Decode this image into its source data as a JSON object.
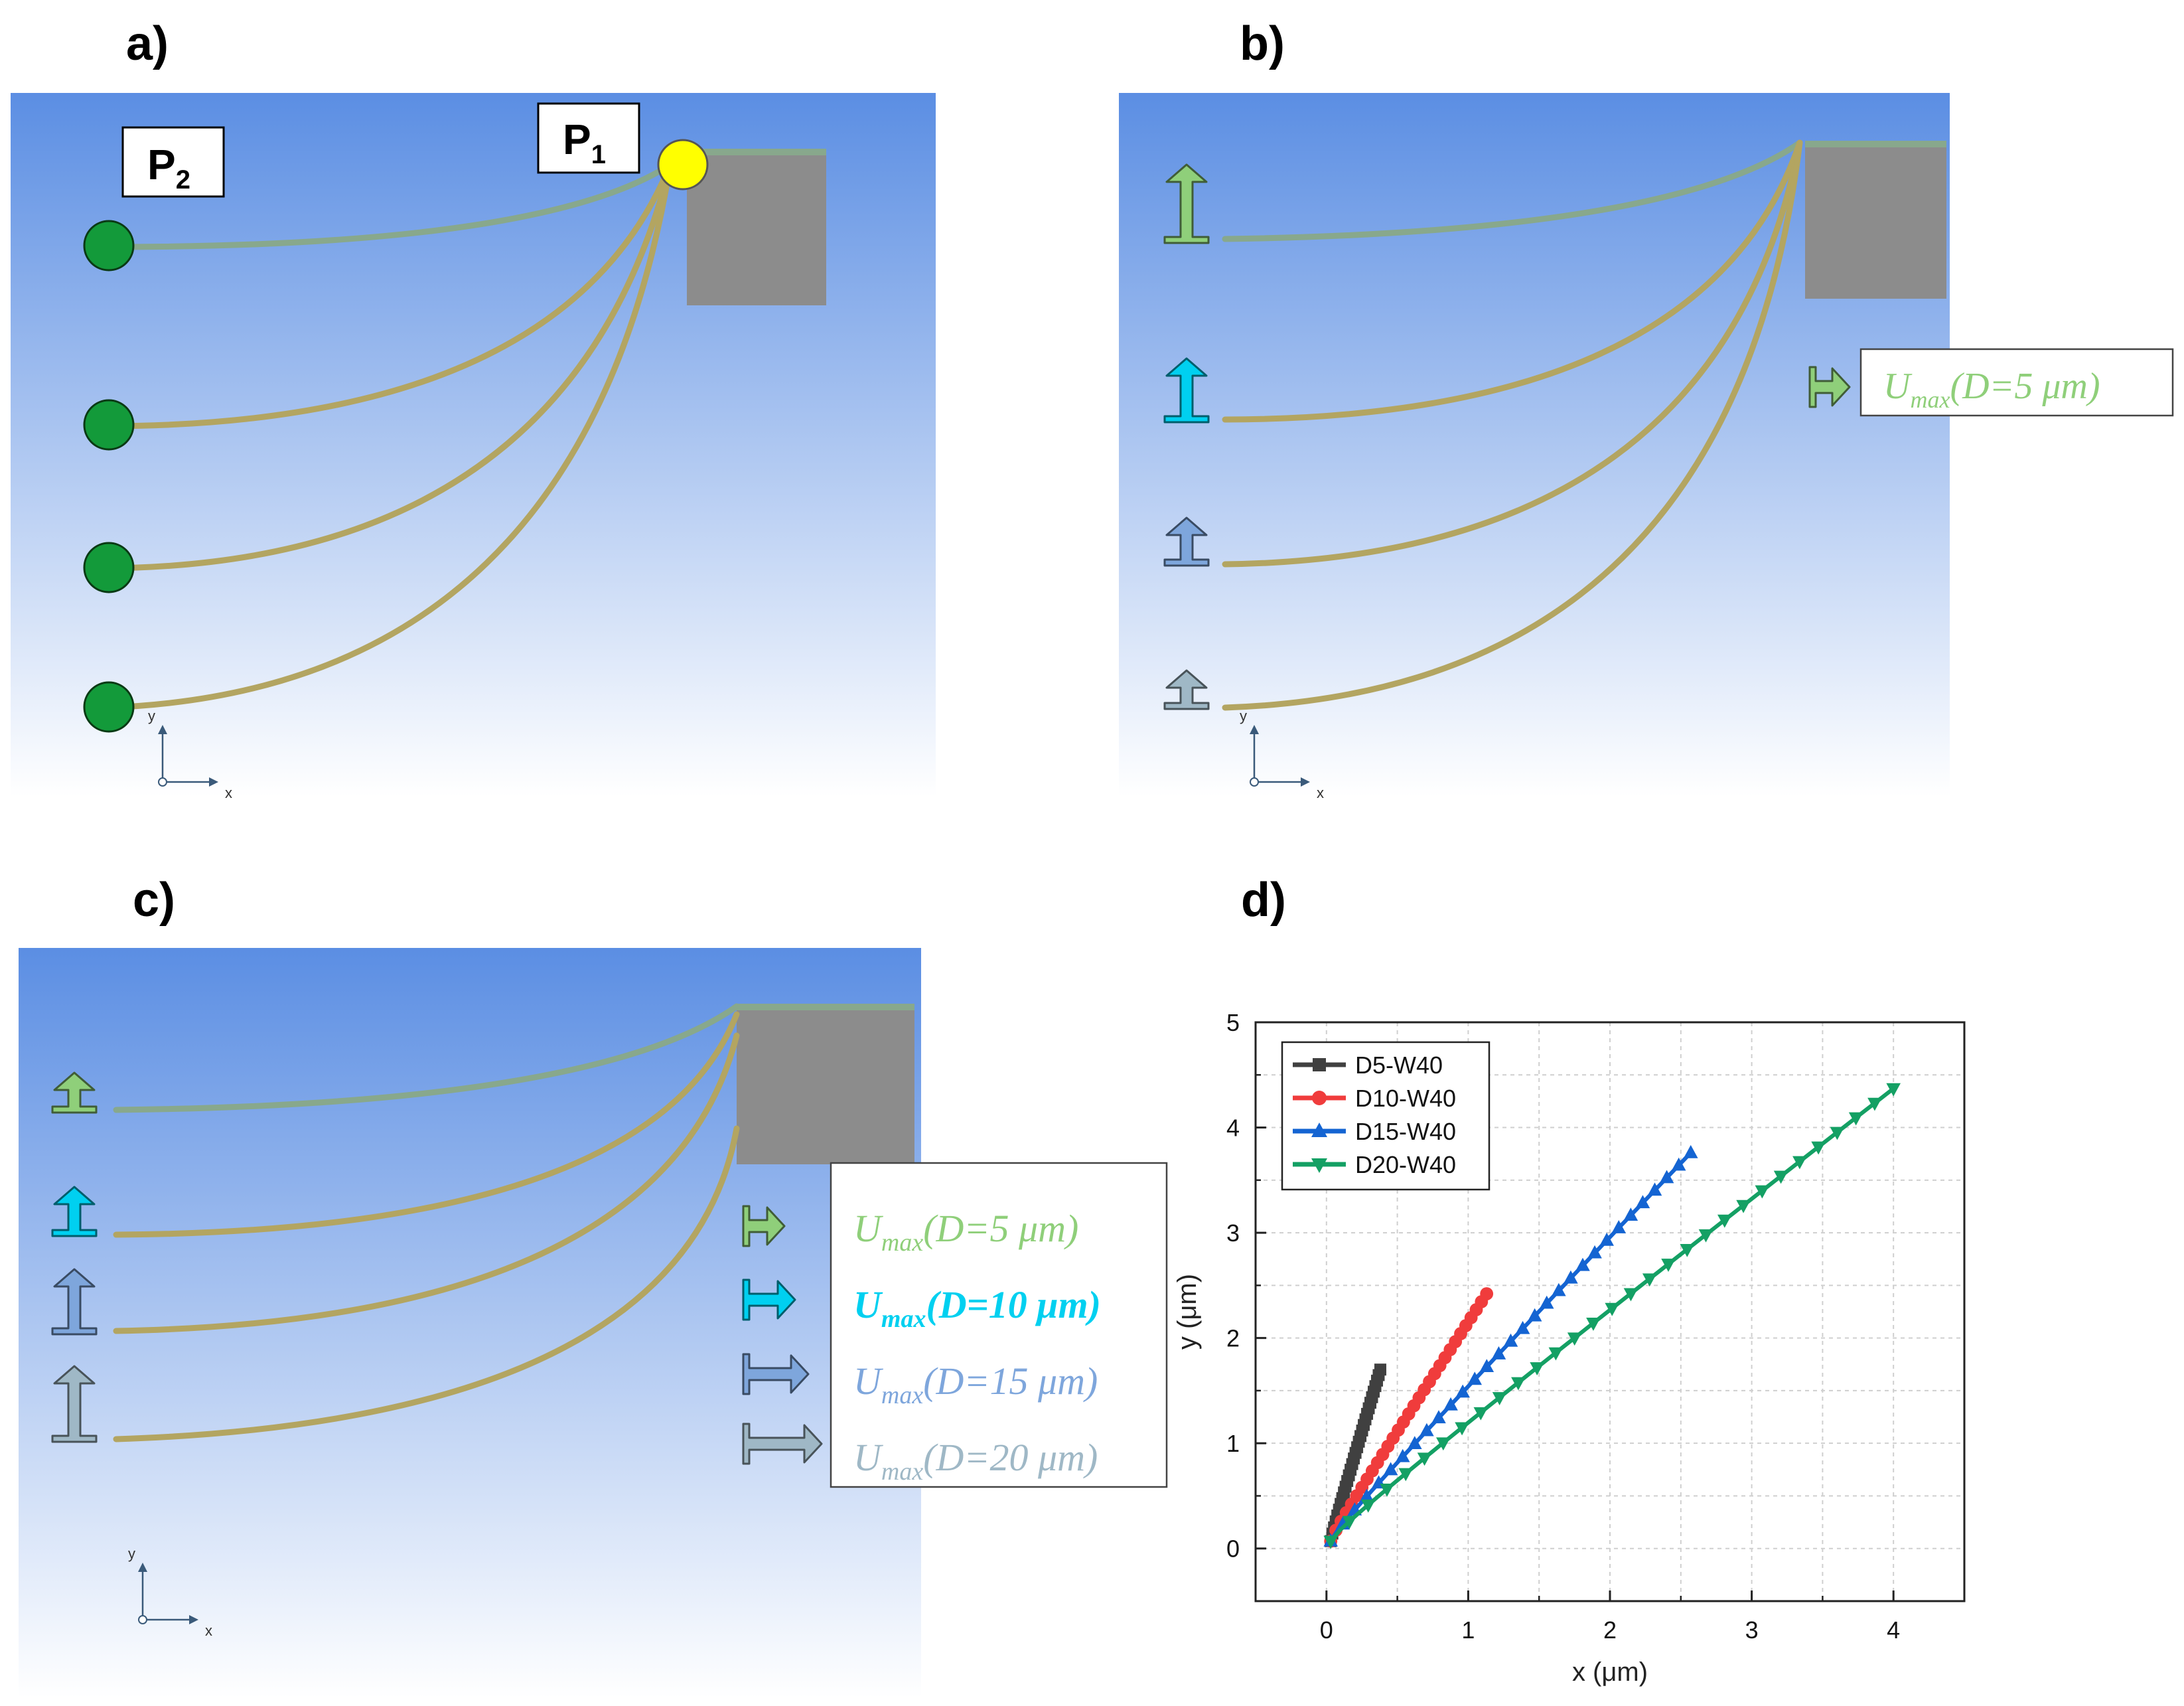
{
  "panels": {
    "a": {
      "label": "a)",
      "p1": "P",
      "p1_sub": "1",
      "p2": "P",
      "p2_sub": "2"
    },
    "b": {
      "label": "b)"
    },
    "c": {
      "label": "c)"
    },
    "d": {
      "label": "d)"
    }
  },
  "axes_icon": {
    "x": "x",
    "y": "y"
  },
  "umax": {
    "base": "U",
    "sub": "max",
    "items": [
      {
        "text": "(D=5 μm)",
        "color": "#8fcf7a"
      },
      {
        "text": "(D=10 μm)",
        "color": "#00d0f0"
      },
      {
        "text": "(D=15 μm)",
        "color": "#7ea6dc"
      },
      {
        "text": "(D=20 μm)",
        "color": "#9fb8c6"
      }
    ]
  },
  "colors": {
    "bg_top": "#5b8ee3",
    "bg_bottom": "#ffffff",
    "beam": "#b3a561",
    "beam_top": "#88a88c",
    "block": "#8c8c8c",
    "p1_dot": "#ffff00",
    "p2_dot": "#139a3a"
  },
  "chart_data": {
    "type": "line",
    "xlabel": "x (μm)",
    "ylabel": "y (μm)",
    "xlim": [
      -0.5,
      4.5
    ],
    "ylim": [
      -0.5,
      5
    ],
    "xticks": [
      "0",
      "1",
      "2",
      "3",
      "4"
    ],
    "yticks": [
      "0",
      "1",
      "2",
      "3",
      "4",
      "5"
    ],
    "grid": true,
    "legend": "top-left",
    "series": [
      {
        "name": "D5-W40",
        "color": "#404040",
        "marker": "square",
        "x_end": 0.38,
        "y_end": 1.7
      },
      {
        "name": "D10-W40",
        "color": "#f03c3c",
        "marker": "circle",
        "x_end": 1.13,
        "y_end": 2.42
      },
      {
        "name": "D15-W40",
        "color": "#1464d2",
        "marker": "triangle-up",
        "x_end": 2.57,
        "y_end": 3.76
      },
      {
        "name": "D20-W40",
        "color": "#14a064",
        "marker": "triangle-down",
        "x_end": 4.0,
        "y_end": 4.37
      }
    ]
  }
}
